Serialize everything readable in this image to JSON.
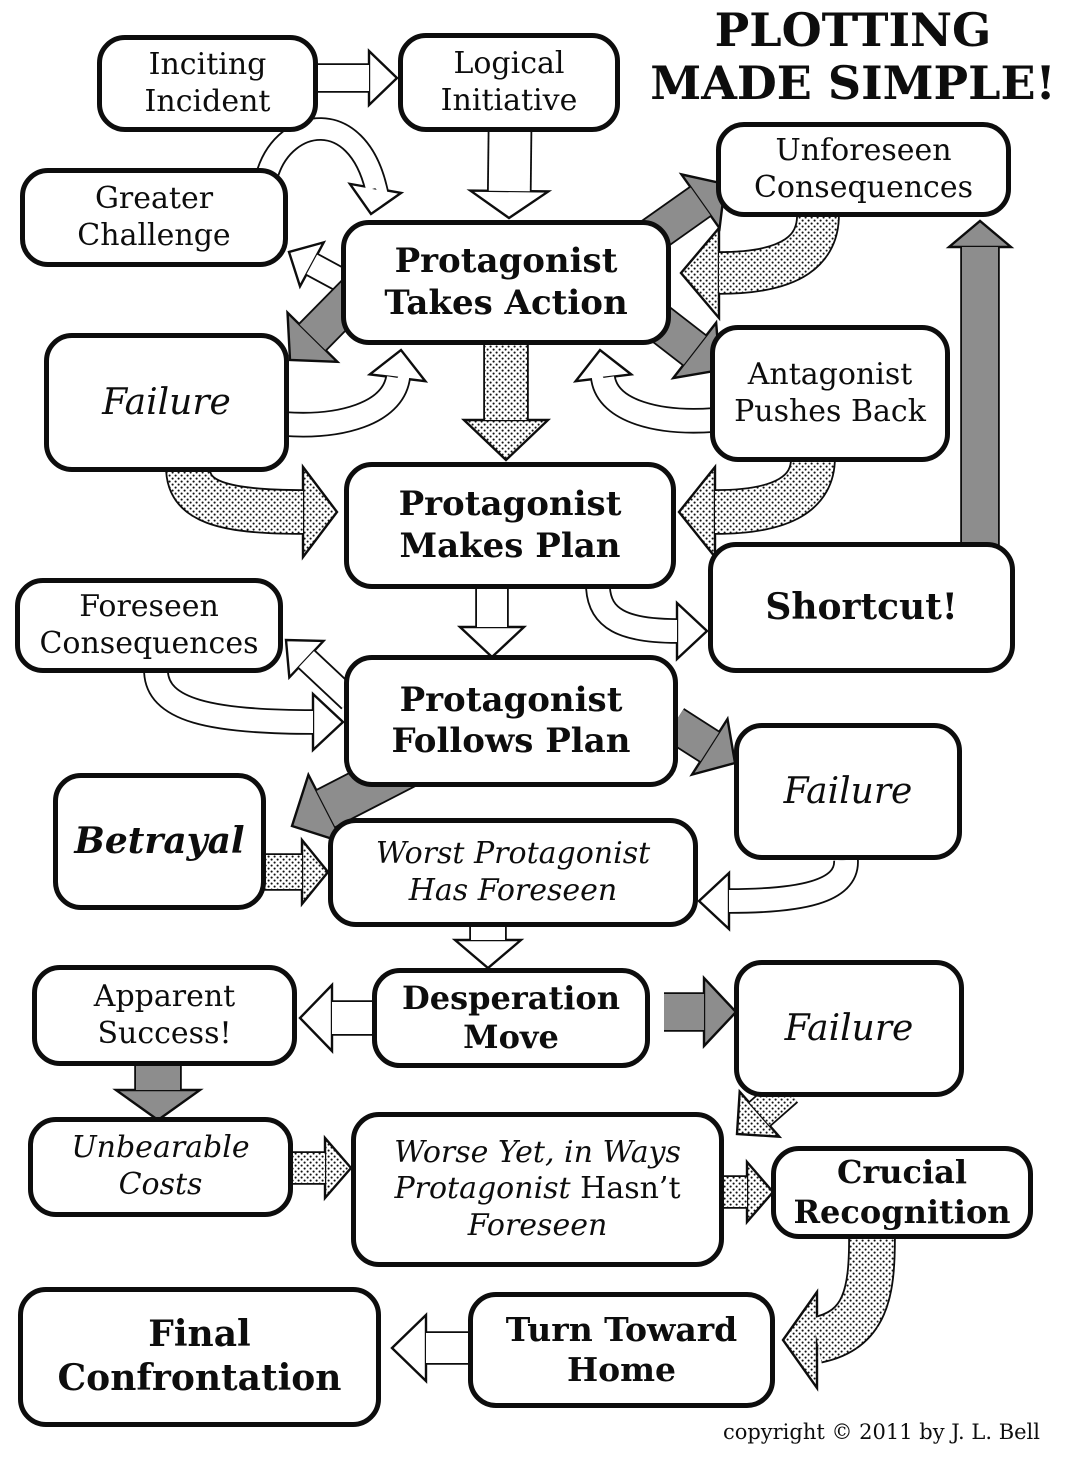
{
  "title": "PLOTTING MADE SIMPLE!",
  "copyright": "copyright © 2011 by J. L. Bell",
  "colors": {
    "ink": "#0d0d0d",
    "background": "#ffffff",
    "arrow_gray": "#8d8d8d",
    "arrow_white": "#ffffff",
    "dot_color": "#111111"
  },
  "nodes": {
    "inciting": {
      "label": "Inciting Incident"
    },
    "logical": {
      "label": "Logical Initiative"
    },
    "unforeseen": {
      "label": "Unforeseen Consequences"
    },
    "greater": {
      "label": "Greater Challenge"
    },
    "takes_action": {
      "label": "Protagonist Takes Action"
    },
    "failure1": {
      "label": "Failure"
    },
    "antagonist": {
      "label": "Antagonist Pushes Back"
    },
    "makes_plan": {
      "label": "Protagonist Makes Plan"
    },
    "shortcut": {
      "label": "Shortcut!"
    },
    "foreseen": {
      "label": "Foreseen Consequences"
    },
    "follows_plan": {
      "label": "Protagonist Follows Plan"
    },
    "failure2": {
      "label": "Failure"
    },
    "betrayal": {
      "label": "Betrayal"
    },
    "worst": {
      "label": "Worst Protagonist Has Foreseen"
    },
    "apparent": {
      "label": "Apparent Success!"
    },
    "desperation": {
      "label": "Desperation Move"
    },
    "failure3": {
      "label": "Failure"
    },
    "unbearable": {
      "label": "Unbearable Costs"
    },
    "worse_yet": {
      "part1": "Worse Yet, in Ways Protagonist",
      "part2": "Hasn’t",
      "part3": "Foreseen"
    },
    "crucial": {
      "label": "Crucial Recognition"
    },
    "final": {
      "label": "Final Confrontation"
    },
    "turn": {
      "label": "Turn Toward Home"
    }
  },
  "edges": [
    {
      "id": "w1",
      "from": "inciting",
      "to": "logical",
      "style": "outline"
    },
    {
      "id": "w2",
      "from": "logical",
      "to": "takes_action",
      "style": "outline"
    },
    {
      "id": "w3",
      "from": "greater",
      "to": "takes_action",
      "style": "outline"
    },
    {
      "id": "w4",
      "from": "takes_action",
      "to": "greater",
      "style": "outline"
    },
    {
      "id": "w5",
      "from": "failure1",
      "to": "takes_action",
      "style": "outline"
    },
    {
      "id": "w6",
      "from": "antagonist",
      "to": "takes_action",
      "style": "outline"
    },
    {
      "id": "w7",
      "from": "makes_plan",
      "to": "follows_plan",
      "style": "outline"
    },
    {
      "id": "w8",
      "from": "makes_plan",
      "to": "shortcut",
      "style": "outline"
    },
    {
      "id": "w9",
      "from": "foreseen",
      "to": "follows_plan",
      "style": "outline"
    },
    {
      "id": "w10",
      "from": "follows_plan",
      "to": "foreseen",
      "style": "outline"
    },
    {
      "id": "w11",
      "from": "failure2",
      "to": "worst",
      "style": "outline"
    },
    {
      "id": "w12",
      "from": "worst",
      "to": "desperation",
      "style": "outline"
    },
    {
      "id": "w13",
      "from": "desperation",
      "to": "apparent",
      "style": "outline"
    },
    {
      "id": "w14",
      "from": "turn",
      "to": "final",
      "style": "outline"
    },
    {
      "id": "g1",
      "from": "takes_action",
      "to": "unforeseen",
      "style": "gray"
    },
    {
      "id": "g2",
      "from": "takes_action",
      "to": "failure1",
      "style": "gray"
    },
    {
      "id": "g3",
      "from": "takes_action",
      "to": "antagonist",
      "style": "gray"
    },
    {
      "id": "g4",
      "from": "shortcut",
      "to": "unforeseen",
      "style": "gray"
    },
    {
      "id": "g5",
      "from": "follows_plan",
      "to": "betrayal",
      "style": "gray"
    },
    {
      "id": "g6",
      "from": "follows_plan",
      "to": "failure2",
      "style": "gray"
    },
    {
      "id": "g7",
      "from": "desperation",
      "to": "failure3",
      "style": "gray"
    },
    {
      "id": "g8",
      "from": "apparent",
      "to": "unbearable",
      "style": "gray"
    },
    {
      "id": "d1",
      "from": "unforeseen",
      "to": "takes_action",
      "style": "dotted"
    },
    {
      "id": "d2",
      "from": "takes_action",
      "to": "makes_plan",
      "style": "dotted"
    },
    {
      "id": "d3",
      "from": "failure1",
      "to": "makes_plan",
      "style": "dotted"
    },
    {
      "id": "d4",
      "from": "antagonist",
      "to": "makes_plan",
      "style": "dotted"
    },
    {
      "id": "d5",
      "from": "betrayal",
      "to": "worst",
      "style": "dotted"
    },
    {
      "id": "d6",
      "from": "failure3",
      "to": "worse_yet",
      "style": "dotted"
    },
    {
      "id": "d7",
      "from": "unbearable",
      "to": "worse_yet",
      "style": "dotted"
    },
    {
      "id": "d8",
      "from": "worse_yet",
      "to": "crucial",
      "style": "dotted"
    },
    {
      "id": "d9",
      "from": "crucial",
      "to": "turn",
      "style": "dotted"
    }
  ]
}
